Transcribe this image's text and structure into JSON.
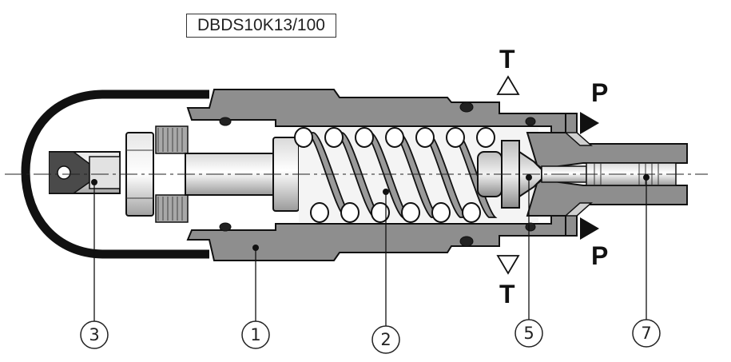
{
  "model": {
    "code": "DBDS10K13/100"
  },
  "ports": {
    "tank_top": "T",
    "tank_bottom": "T",
    "pressure_top": "P",
    "pressure_bottom": "P"
  },
  "callouts": [
    {
      "id": "callout-3",
      "label": "3"
    },
    {
      "id": "callout-1",
      "label": "1"
    },
    {
      "id": "callout-2",
      "label": "2"
    },
    {
      "id": "callout-5",
      "label": "5"
    },
    {
      "id": "callout-7",
      "label": "7"
    }
  ],
  "colors": {
    "body": "#8e8e8e",
    "body_light": "#b7b7b7",
    "outline": "#111111",
    "spring": "#9a9a9a"
  }
}
